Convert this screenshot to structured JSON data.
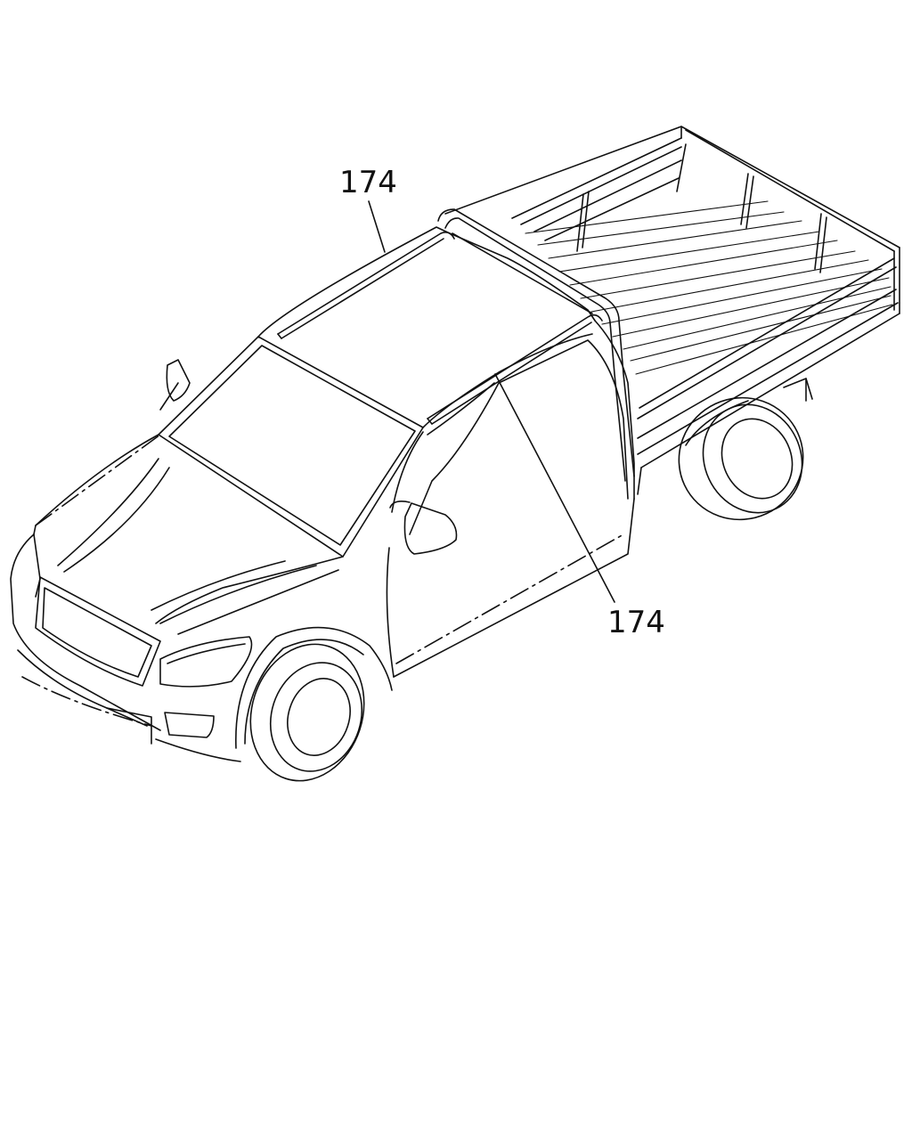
{
  "callouts": [
    {
      "id": "roof-rail-left",
      "label": "174"
    },
    {
      "id": "roof-rail-right",
      "label": "174"
    }
  ]
}
